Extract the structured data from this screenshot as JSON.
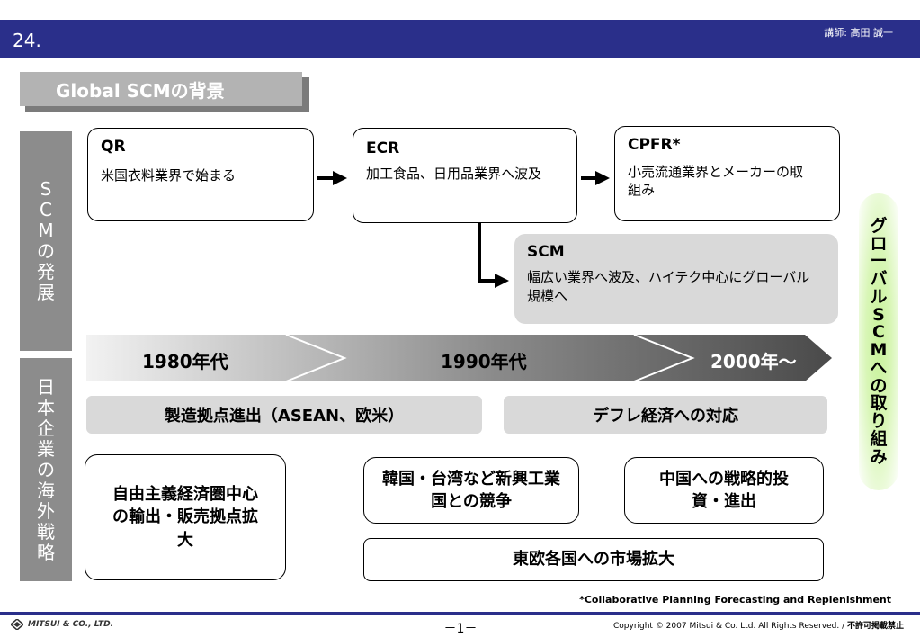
{
  "header": {
    "slide_number": "24.",
    "lecturer": "講師:  高田  誠一"
  },
  "title": "Global SCMの背景",
  "side_labels": {
    "scm_development": [
      "S",
      "C",
      "M",
      "の",
      "発",
      "展"
    ],
    "overseas_strategy": [
      "日",
      "本",
      "企",
      "業",
      "の",
      "海",
      "外",
      "戦",
      "略"
    ]
  },
  "scm_boxes": {
    "qr": {
      "title": "QR",
      "text": "米国衣料業界で始まる"
    },
    "ecr": {
      "title": "ECR",
      "text": "加工食品、日用品業界へ波及"
    },
    "cpfr": {
      "title": "CPFR*",
      "text": "小売流通業界とメーカーの取組み"
    },
    "scm": {
      "title": "SCM",
      "text": "幅広い業界へ波及、ハイテク中心にグローバル規模へ"
    }
  },
  "timeline": {
    "era1": "1980年代",
    "era2": "1990年代",
    "era3": "2000年～"
  },
  "bands": {
    "band1": "製造拠点進出（ASEAN、欧米）",
    "band2": "デフレ経済への対応"
  },
  "strategy_boxes": {
    "box1": "自由主義経済圏中心の輸出・販売拠点拡大",
    "box2": "韓国・台湾など新興工業国との競争",
    "box3": "中国への戦略的投資・進出",
    "box4": "東欧各国への市場拡大"
  },
  "global_label": [
    "グ",
    "ロ",
    "ー",
    "バ",
    "ル",
    "S",
    "C",
    "M",
    "へ",
    "の",
    "取",
    "り",
    "組",
    "み"
  ],
  "footnote": "*Collaborative Planning Forecasting and Replenishment",
  "footer": {
    "logo": "MITSUI & CO., LTD.",
    "page": "－1－",
    "copyright": "Copyright © 2007 Mitsui & Co. Ltd. All Rights Reserved. / ",
    "copyright_bold": "不許可掲載禁止"
  },
  "colors": {
    "header_bg": "#2a2f8a",
    "side_label_bg": "#8c8c8c",
    "band_bg": "#d9d9d9",
    "global_pill": "#c8f29b"
  }
}
